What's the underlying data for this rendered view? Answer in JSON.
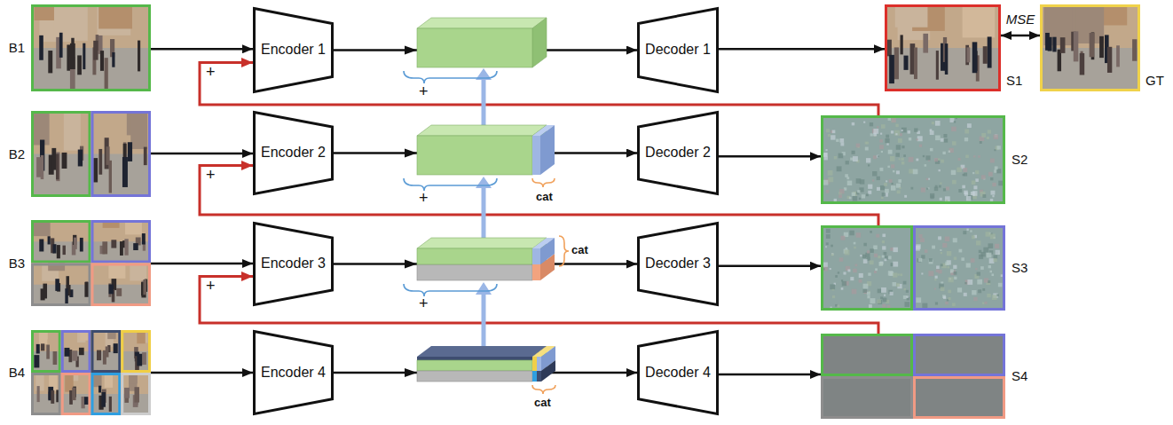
{
  "diagram": {
    "nodes": [
      {
        "text": [
          "B1"
        ]
      },
      {
        "text": [
          "Encoder 1"
        ]
      },
      {
        "text": [
          "Decoder 1"
        ]
      },
      {
        "text": [
          "S1"
        ]
      },
      {
        "text": [
          "GT"
        ]
      },
      {
        "text": [
          "B2"
        ]
      },
      {
        "text": [
          "Encoder 2"
        ]
      },
      {
        "text": [
          "Decoder 2"
        ]
      },
      {
        "text": [
          "S2"
        ]
      },
      {
        "text": [
          "B3"
        ]
      },
      {
        "text": [
          "Encoder 3"
        ]
      },
      {
        "text": [
          "Decoder 3"
        ]
      },
      {
        "text": [
          "S3"
        ]
      },
      {
        "text": [
          "B4"
        ]
      },
      {
        "text": [
          "Encoder 4"
        ]
      },
      {
        "text": [
          "Decoder 4"
        ]
      },
      {
        "text": [
          "S4"
        ]
      }
    ],
    "edges": [
      {
        "from": 0,
        "to": 1,
        "arrow": "to"
      },
      {
        "from": 1,
        "to": 2,
        "arrow": "to"
      },
      {
        "from": 2,
        "to": 3,
        "arrow": "to"
      },
      {
        "from": 3,
        "to": 4,
        "label": "MSE",
        "arrow": "both"
      },
      {
        "from": 5,
        "to": 6,
        "arrow": "to"
      },
      {
        "from": 6,
        "to": 7,
        "arrow": "to"
      },
      {
        "from": 7,
        "to": 8,
        "arrow": "to"
      },
      {
        "from": 8,
        "to": 1,
        "arrow": "to"
      },
      {
        "from": 9,
        "to": 10,
        "arrow": "to"
      },
      {
        "from": 10,
        "to": 11,
        "arrow": "to"
      },
      {
        "from": 11,
        "to": 12,
        "arrow": "to"
      },
      {
        "from": 12,
        "to": 6,
        "arrow": "to"
      },
      {
        "from": 13,
        "to": 14,
        "arrow": "to"
      },
      {
        "from": 14,
        "to": 15,
        "arrow": "to"
      },
      {
        "from": 15,
        "to": 16,
        "arrow": "to"
      },
      {
        "from": 16,
        "to": 10,
        "arrow": "to"
      }
    ],
    "labels": [
      "+",
      "+",
      "+",
      "+",
      "cat",
      "+",
      "cat",
      "+",
      "cat"
    ]
  }
}
